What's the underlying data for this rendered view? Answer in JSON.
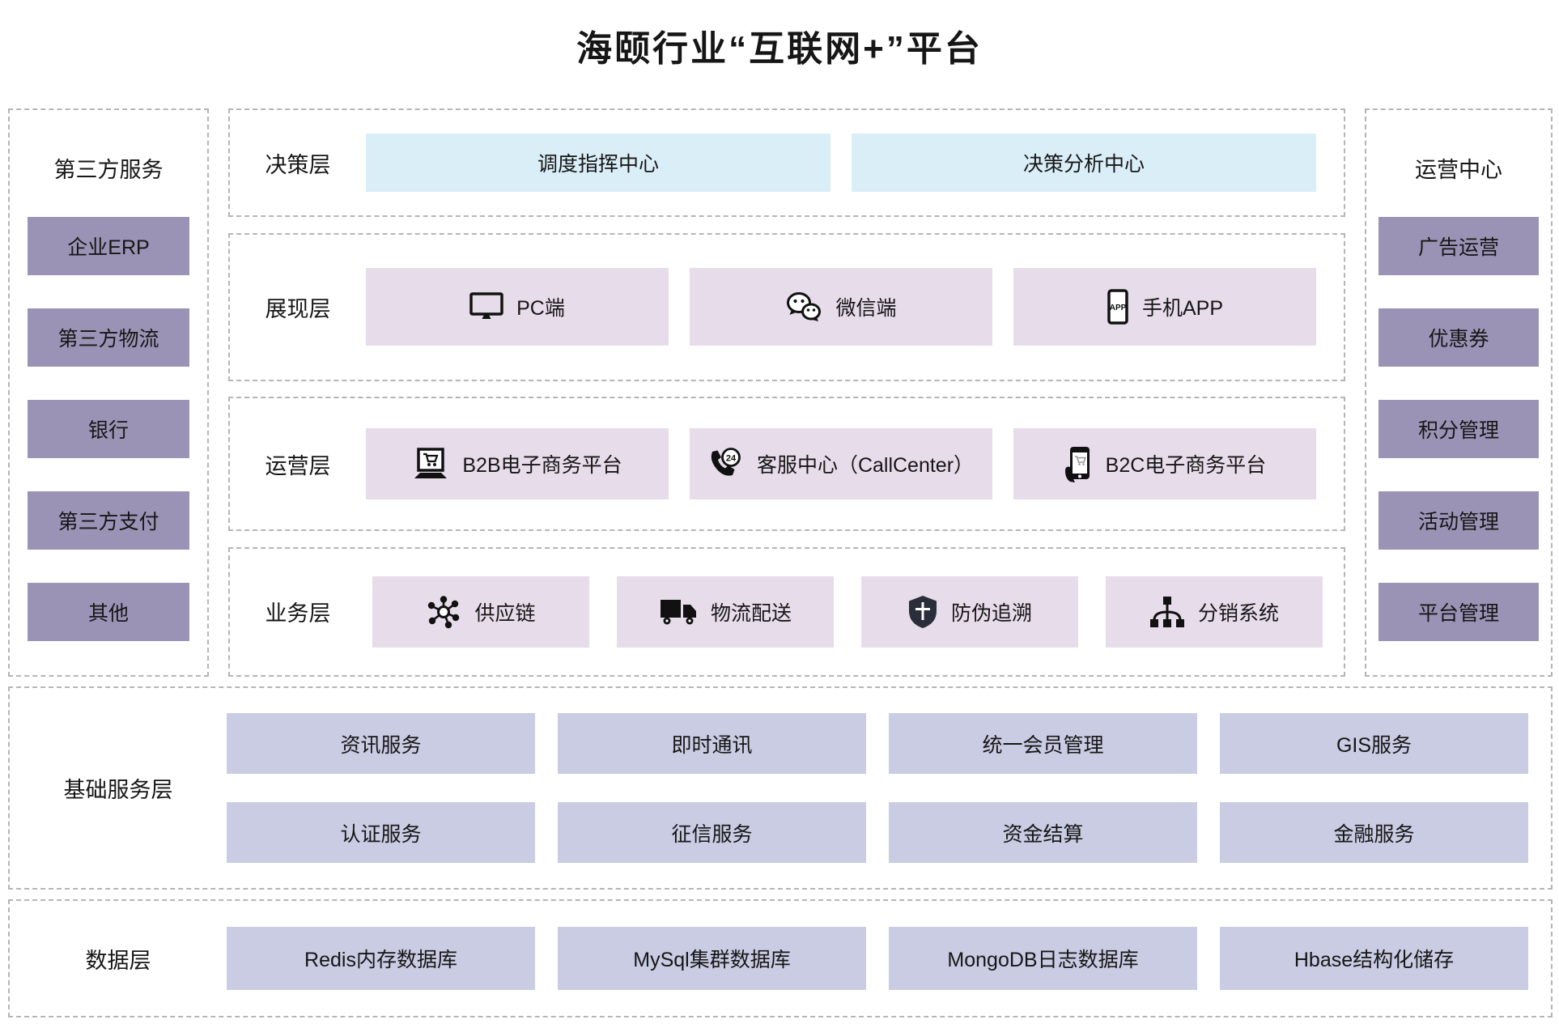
{
  "title": "海颐行业“互联网+”平台",
  "colors": {
    "sidebar_box": "#9a93b5",
    "decision_box": "#daeef8",
    "middle_box": "#e7dcea",
    "service_box": "#c9cce3",
    "dashed_border": "#b5b5b5",
    "text": "#161616",
    "icon": "#111111"
  },
  "left_panel": {
    "title": "第三方服务",
    "items": [
      "企业ERP",
      "第三方物流",
      "银行",
      "第三方支付",
      "其他"
    ]
  },
  "right_panel": {
    "title": "运营中心",
    "items": [
      "广告运营",
      "优惠券",
      "积分管理",
      "活动管理",
      "平台管理"
    ]
  },
  "layers": {
    "decision": {
      "label": "决策层",
      "items": [
        "调度指挥中心",
        "决策分析中心"
      ]
    },
    "presentation": {
      "label": "展现层",
      "items": [
        {
          "icon": "monitor-icon",
          "label": "PC端"
        },
        {
          "icon": "wechat-icon",
          "label": "微信端"
        },
        {
          "icon": "phone-app-icon",
          "label": "手机APP"
        }
      ]
    },
    "operation": {
      "label": "运营层",
      "items": [
        {
          "icon": "laptop-cart-icon",
          "label": "B2B电子商务平台"
        },
        {
          "icon": "phone-24-icon",
          "label": "客服中心（CallCenter）"
        },
        {
          "icon": "hand-phone-icon",
          "label": "B2C电子商务平台"
        }
      ]
    },
    "business": {
      "label": "业务层",
      "items": [
        {
          "icon": "network-icon",
          "label": "供应链"
        },
        {
          "icon": "truck-icon",
          "label": "物流配送"
        },
        {
          "icon": "shield-icon",
          "label": "防伪追溯"
        },
        {
          "icon": "sitemap-icon",
          "label": "分销系统"
        }
      ]
    }
  },
  "base_service_layer": {
    "label": "基础服务层",
    "row1": [
      "资讯服务",
      "即时通讯",
      "统一会员管理",
      "GIS服务"
    ],
    "row2": [
      "认证服务",
      "征信服务",
      "资金结算",
      "金融服务"
    ]
  },
  "data_layer": {
    "label": "数据层",
    "items": [
      "Redis内存数据库",
      "MySql集群数据库",
      "MongoDB日志数据库",
      "Hbase结构化储存"
    ]
  }
}
